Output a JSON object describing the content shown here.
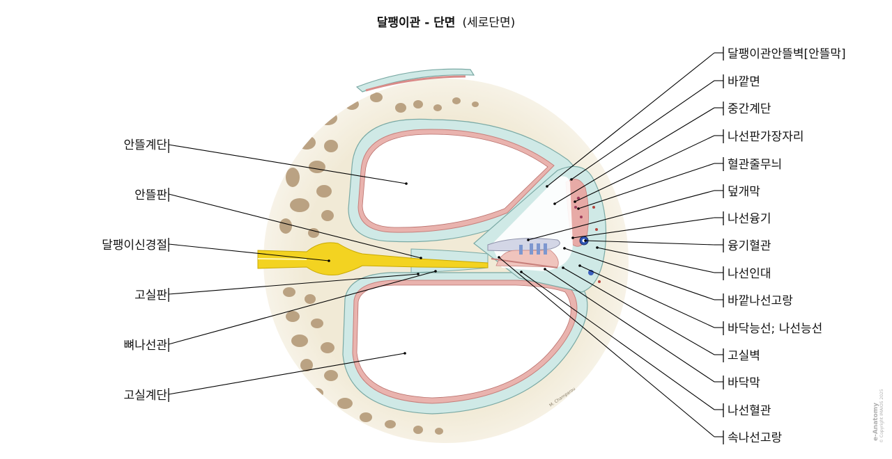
{
  "title": {
    "main": "달팽이관 - 단면",
    "sub": "(세로단면)"
  },
  "left_labels": [
    "안뜰계단",
    "안뜰판",
    "달팽이신경절",
    "고실판",
    "뼈나선관",
    "고실계단"
  ],
  "right_labels": [
    "달팽이관안뜰벽[안뜰막]",
    "바깥면",
    "중간계단",
    "나선판가장자리",
    "혈관줄무늬",
    "덮개막",
    "나선융기",
    "융기혈관",
    "나선인대",
    "바깥나선고랑",
    "바닥능선; 나선능선",
    "고실벽",
    "바닥막",
    "나선혈관",
    "속나선고랑"
  ],
  "signature": "M. Champarou",
  "credit": {
    "brand": "e-Anatomy",
    "copyright": "© Copyright IMAIOS 2025"
  },
  "colors": {
    "bone": "#f1ead6",
    "bone_cavity": "#b49a78",
    "membrane": "#cfe9e6",
    "tissue_pink": "#e7aaa6",
    "nerve": "#f3d321",
    "leader": "#000000"
  }
}
